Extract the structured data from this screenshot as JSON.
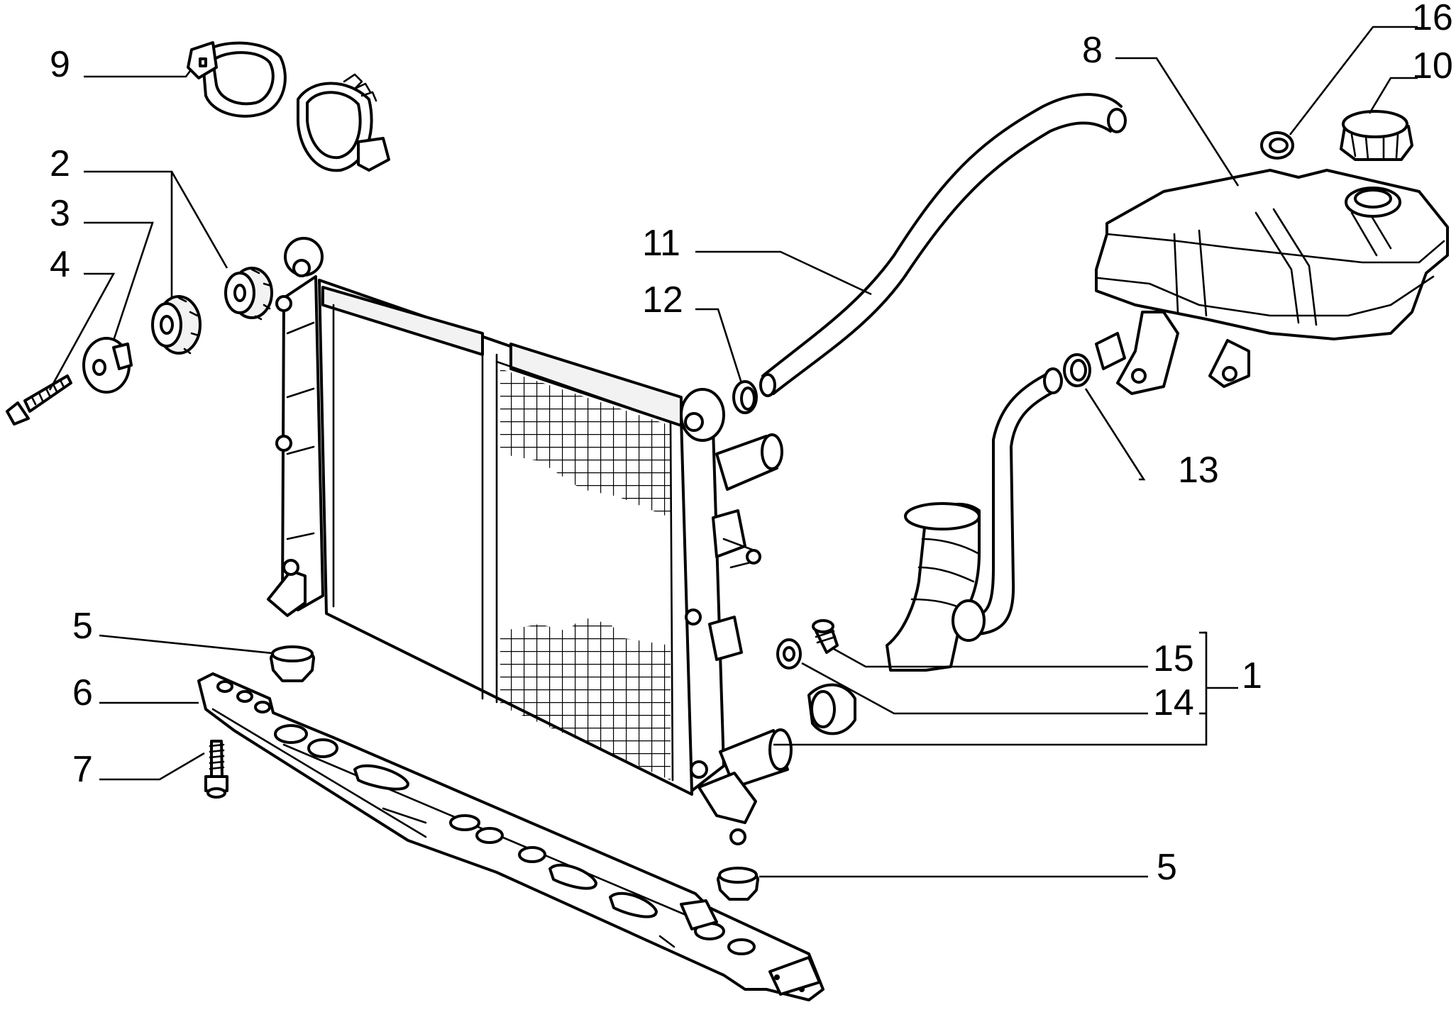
{
  "callouts": [
    {
      "id": "c9",
      "text": "9"
    },
    {
      "id": "c2",
      "text": "2"
    },
    {
      "id": "c3",
      "text": "3"
    },
    {
      "id": "c4",
      "text": "4"
    },
    {
      "id": "c11",
      "text": "11"
    },
    {
      "id": "c12",
      "text": "12"
    },
    {
      "id": "c8",
      "text": "8"
    },
    {
      "id": "c16",
      "text": "16"
    },
    {
      "id": "c10",
      "text": "10"
    },
    {
      "id": "c13",
      "text": "13"
    },
    {
      "id": "c5a",
      "text": "5"
    },
    {
      "id": "c6",
      "text": "6"
    },
    {
      "id": "c7",
      "text": "7"
    },
    {
      "id": "c15",
      "text": "15"
    },
    {
      "id": "c14",
      "text": "14"
    },
    {
      "id": "c1",
      "text": "1"
    },
    {
      "id": "c5b",
      "text": "5"
    }
  ]
}
